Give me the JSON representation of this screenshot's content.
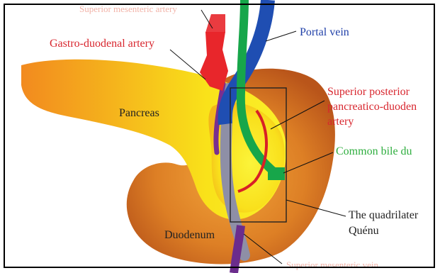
{
  "labels": {
    "top_cut": "Superior mesenteric artery",
    "gastroduodenal": "Gastro-duodenal artery",
    "portal_vein": "Portal vein",
    "pancreas": "Pancreas",
    "spda_line1": "Superior posterior",
    "spda_line2": "pancreatico-duoden",
    "spda_line3": "artery",
    "cbd": "Common bile du",
    "quad_line1": "The quadrilater",
    "quad_line2": "Quénu",
    "duodenum": "Duodenum",
    "bottom_cut": "Superior mesenteric vein"
  },
  "colors": {
    "artery": "#e8262b",
    "portal_vein": "#1e4fb0",
    "bile_duct": "#19a446",
    "pancreas": "#f0b21a",
    "duodenum": "#c35a1c",
    "grey_vessel": "#8f8fa8",
    "purple_vessel": "#7a2f8f"
  }
}
